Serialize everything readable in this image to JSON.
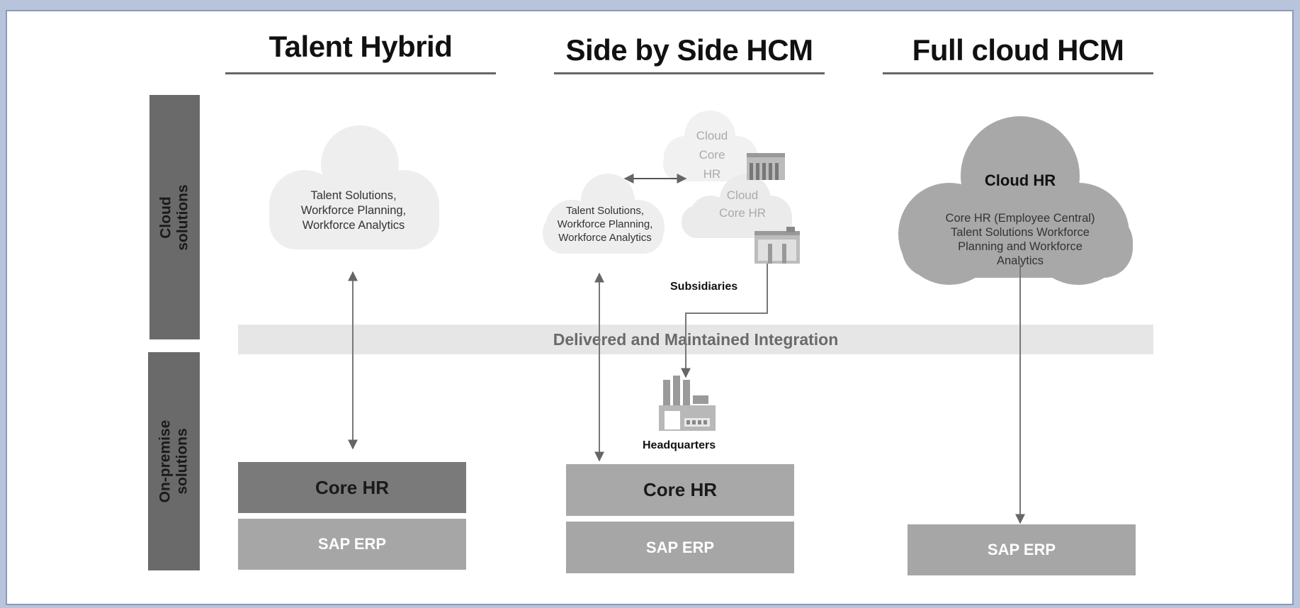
{
  "columns": [
    {
      "title": "Talent Hybrid"
    },
    {
      "title": "Side by Side HCM"
    },
    {
      "title": "Full cloud HCM"
    }
  ],
  "bands": {
    "cloud": "Cloud\nsolutions",
    "on_premise": "On-premise\nsolutions"
  },
  "integration": "Delivered and Maintained Integration",
  "talent_hybrid": {
    "cloud_text": "Talent Solutions,\nWorkforce Planning,\nWorkforce Analytics",
    "core_hr": "Core HR",
    "sap_erp": "SAP ERP"
  },
  "side_by_side": {
    "cloud_talent_text": "Talent Solutions,\nWorkforce Planning,\nWorkforce Analytics",
    "cloud_core_hr_top": "Cloud\nCore\nHR",
    "cloud_core_hr_bottom": "Cloud\nCore HR",
    "subsidiaries": "Subsidiaries",
    "headquarters": "Headquarters",
    "core_hr": "Core HR",
    "sap_erp": "SAP ERP"
  },
  "full_cloud": {
    "cloud_title": "Cloud HR",
    "cloud_text": "Core HR (Employee Central)\nTalent Solutions Workforce\nPlanning and Workforce\nAnalytics",
    "sap_erp": "SAP ERP"
  },
  "colors": {
    "dark_band": "#6a6a6a",
    "core_hr_dark": "#7a7a7a",
    "box_light": "#a6a6a6",
    "cloud_light": "#eeeeee",
    "cloud_dark": "#a8a8a8"
  }
}
